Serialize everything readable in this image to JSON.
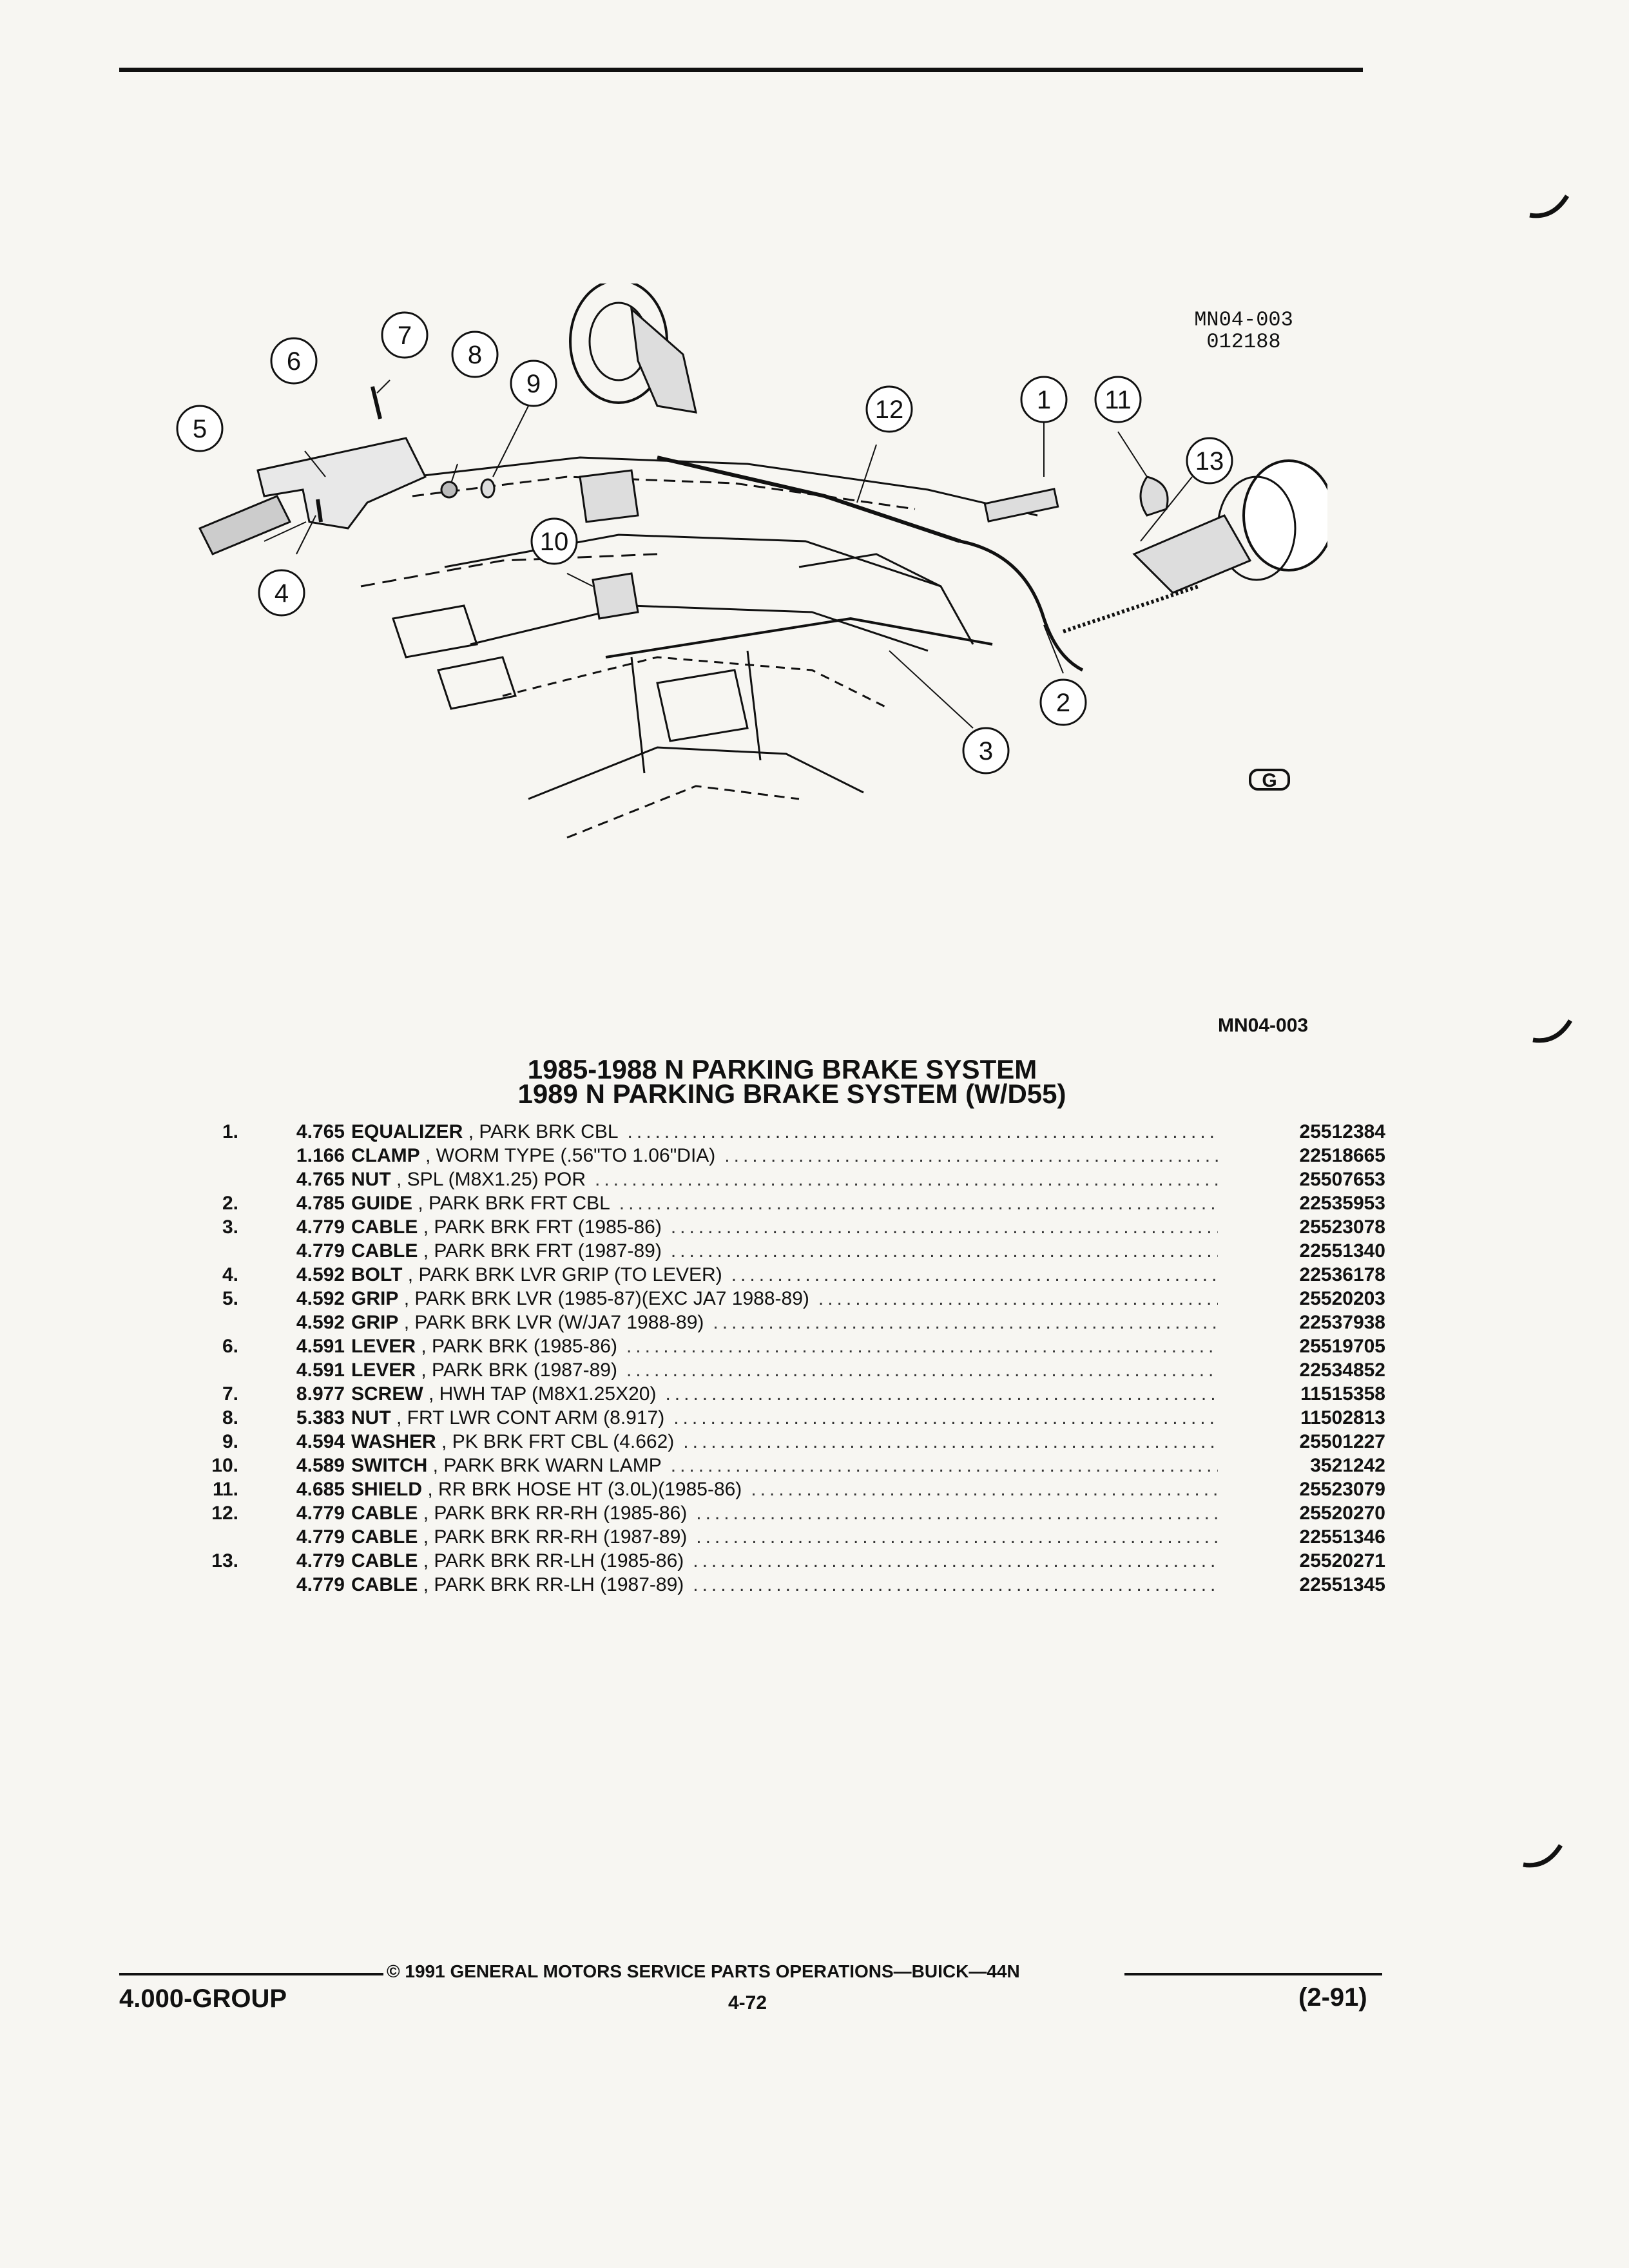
{
  "diagram": {
    "code_line1": "MN04-003",
    "code_line2": "012188",
    "callouts": [
      "1",
      "2",
      "3",
      "4",
      "5",
      "6",
      "7",
      "8",
      "9",
      "10",
      "11",
      "12",
      "13"
    ],
    "logo": "G"
  },
  "section": {
    "diagram_code": "MN04-003",
    "title_line1": "1985-1988 N PARKING BRAKE SYSTEM",
    "title_line2": "1989 N PARKING BRAKE SYSTEM (W/D55)"
  },
  "parts": [
    {
      "num": "1.",
      "group": "4.765",
      "name": "EQUALIZER",
      "desc": ", PARK BRK CBL",
      "pn": "25512384"
    },
    {
      "num": "",
      "group": "1.166",
      "name": "CLAMP",
      "desc": ", WORM TYPE (.56\"TO 1.06\"DIA)",
      "pn": "22518665"
    },
    {
      "num": "",
      "group": "4.765",
      "name": "NUT",
      "desc": ", SPL (M8X1.25) POR",
      "pn": "25507653"
    },
    {
      "num": "2.",
      "group": "4.785",
      "name": "GUIDE",
      "desc": ", PARK BRK FRT CBL",
      "pn": "22535953"
    },
    {
      "num": "3.",
      "group": "4.779",
      "name": "CABLE",
      "desc": ", PARK BRK FRT (1985-86)",
      "pn": "25523078"
    },
    {
      "num": "",
      "group": "4.779",
      "name": "CABLE",
      "desc": ", PARK BRK FRT (1987-89)",
      "pn": "22551340"
    },
    {
      "num": "4.",
      "group": "4.592",
      "name": "BOLT",
      "desc": ", PARK BRK LVR GRIP (TO LEVER)",
      "pn": "22536178"
    },
    {
      "num": "5.",
      "group": "4.592",
      "name": "GRIP",
      "desc": ", PARK BRK LVR (1985-87)(EXC JA7 1988-89)",
      "pn": "25520203"
    },
    {
      "num": "",
      "group": "4.592",
      "name": "GRIP",
      "desc": ", PARK BRK LVR (W/JA7 1988-89)",
      "pn": "22537938"
    },
    {
      "num": "6.",
      "group": "4.591",
      "name": "LEVER",
      "desc": ", PARK BRK (1985-86)",
      "pn": "25519705"
    },
    {
      "num": "",
      "group": "4.591",
      "name": "LEVER",
      "desc": ", PARK BRK (1987-89)",
      "pn": "22534852"
    },
    {
      "num": "7.",
      "group": "8.977",
      "name": "SCREW",
      "desc": ", HWH TAP (M8X1.25X20)",
      "pn": "11515358"
    },
    {
      "num": "8.",
      "group": "5.383",
      "name": "NUT",
      "desc": ", FRT LWR CONT ARM (8.917)",
      "pn": "11502813"
    },
    {
      "num": "9.",
      "group": "4.594",
      "name": "WASHER",
      "desc": ", PK BRK FRT CBL (4.662)",
      "pn": "25501227"
    },
    {
      "num": "10.",
      "group": "4.589",
      "name": "SWITCH",
      "desc": ", PARK BRK WARN LAMP",
      "pn": "3521242"
    },
    {
      "num": "11.",
      "group": "4.685",
      "name": "SHIELD",
      "desc": ", RR BRK HOSE HT (3.0L)(1985-86)",
      "pn": "25523079"
    },
    {
      "num": "12.",
      "group": "4.779",
      "name": "CABLE",
      "desc": ", PARK BRK RR-RH (1985-86)",
      "pn": "25520270"
    },
    {
      "num": "",
      "group": "4.779",
      "name": "CABLE",
      "desc": ", PARK BRK RR-RH (1987-89)",
      "pn": "22551346"
    },
    {
      "num": "13.",
      "group": "4.779",
      "name": "CABLE",
      "desc": ", PARK BRK RR-LH (1985-86)",
      "pn": "25520271"
    },
    {
      "num": "",
      "group": "4.779",
      "name": "CABLE",
      "desc": ", PARK BRK RR-LH (1987-89)",
      "pn": "22551345"
    }
  ],
  "footer": {
    "copyright": "© 1991 GENERAL MOTORS SERVICE PARTS OPERATIONS—BUICK—44N",
    "group": "4.000-GROUP",
    "page": "4-72",
    "date": "(2-91)"
  }
}
